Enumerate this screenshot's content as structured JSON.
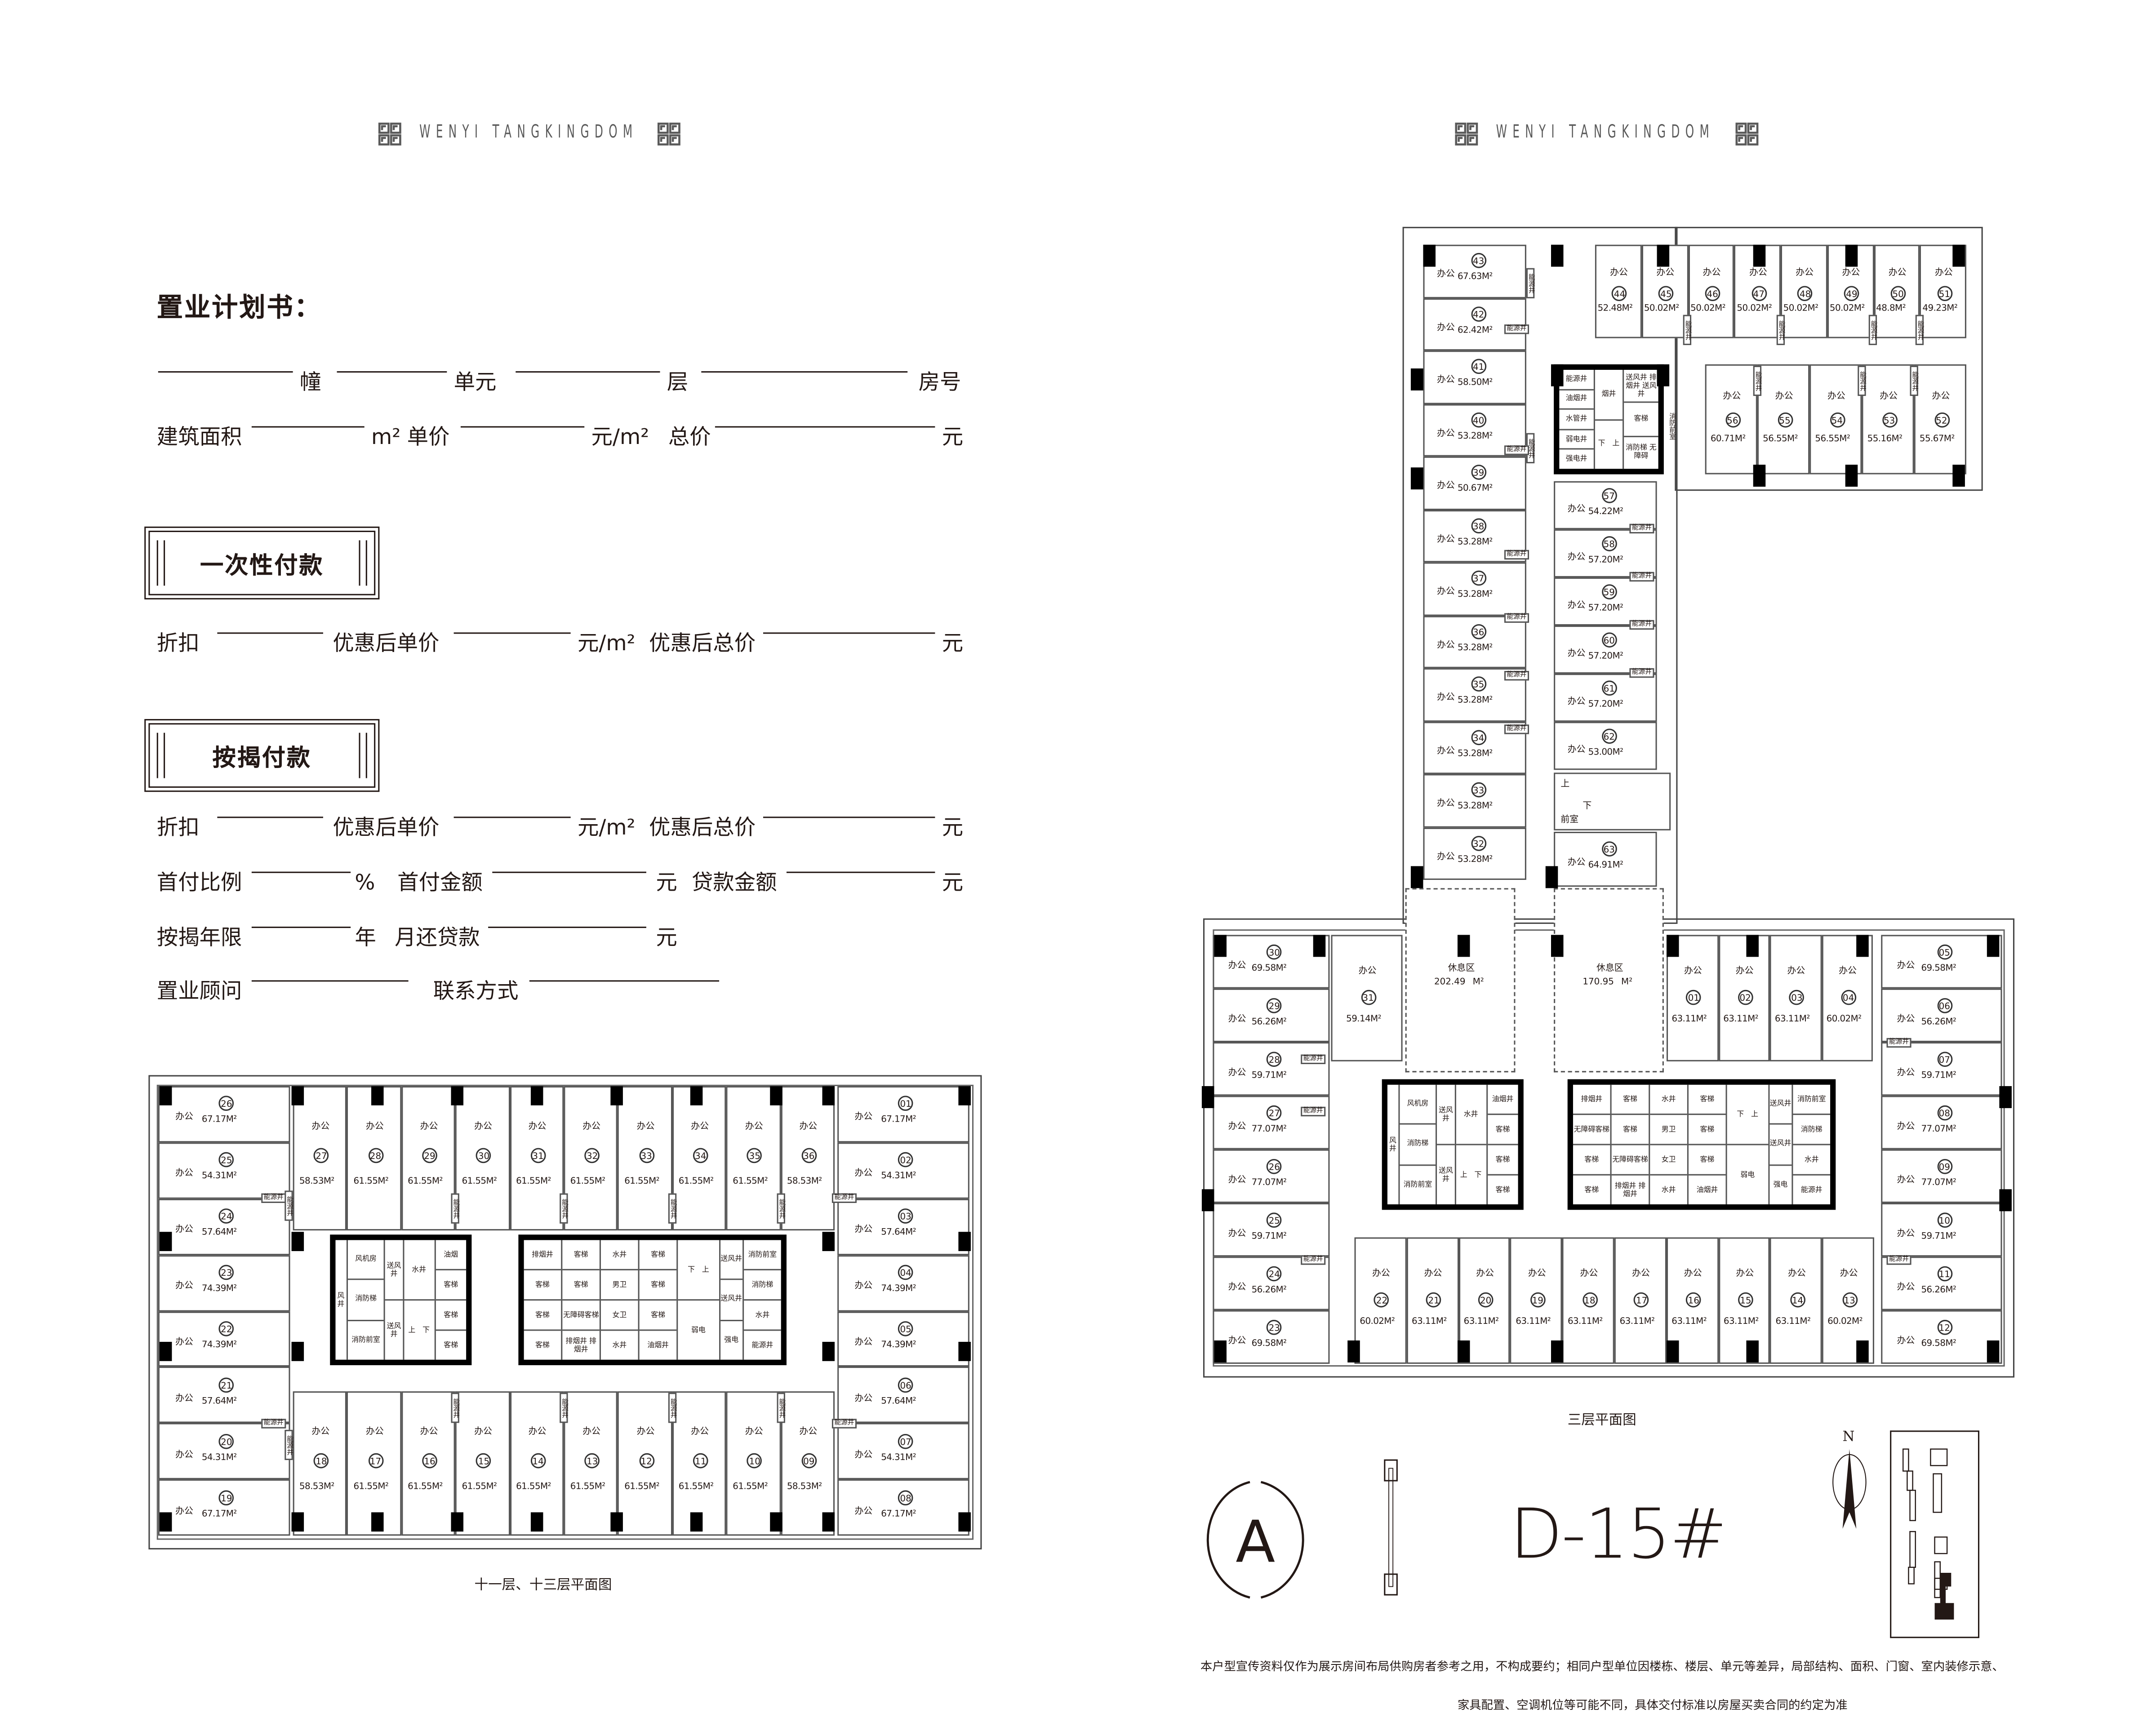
{
  "header": {
    "brand_left": "WENYI TANGKINGDOM",
    "brand_right": "WENYI TANGKINGDOM",
    "logo_icon": "greek-key-icon"
  },
  "form": {
    "title": "置业计划书：",
    "row1": {
      "building": "幢",
      "unit": "单元",
      "floor": "层",
      "room": "房号"
    },
    "row2": {
      "area": "建筑面积",
      "area_unit": "m²",
      "unit_price": "单价",
      "price_unit": "元/m²",
      "total": "总价",
      "yuan": "元"
    },
    "lump_sum": {
      "heading": "一次性付款",
      "discount": "折扣",
      "discounted_unit_price": "优惠后单价",
      "price_unit": "元/m²",
      "discounted_total": "优惠后总价",
      "yuan": "元"
    },
    "mortgage": {
      "heading": "按揭付款",
      "discount": "折扣",
      "discounted_unit_price": "优惠后单价",
      "price_unit": "元/m²",
      "discounted_total": "优惠后总价",
      "yuan": "元",
      "down_ratio": "首付比例",
      "percent": "%",
      "down_amount": "首付金额",
      "yuan2": "元",
      "loan_amount": "贷款金额",
      "yuan3": "元",
      "term": "按揭年限",
      "year": "年",
      "monthly": "月还贷款",
      "yuan4": "元"
    },
    "consultant": "置业顾问",
    "contact": "联系方式"
  },
  "plans": {
    "floor11": {
      "caption": "十一层、十三层平面图",
      "use_label": "办公",
      "area_unit": "M²",
      "shaft_label": "能源井",
      "left": [
        [
          "26",
          "67.17"
        ],
        [
          "25",
          "54.31"
        ],
        [
          "24",
          "57.64"
        ],
        [
          "23",
          "74.39"
        ],
        [
          "22",
          "74.39"
        ],
        [
          "21",
          "57.64"
        ],
        [
          "20",
          "54.31"
        ],
        [
          "19",
          "67.17"
        ]
      ],
      "right": [
        [
          "01",
          "67.17"
        ],
        [
          "02",
          "54.31"
        ],
        [
          "03",
          "57.64"
        ],
        [
          "04",
          "74.39"
        ],
        [
          "05",
          "74.39"
        ],
        [
          "06",
          "57.64"
        ],
        [
          "07",
          "54.31"
        ],
        [
          "08",
          "67.17"
        ]
      ],
      "top": [
        [
          "27",
          "58.53"
        ],
        [
          "28",
          "61.55"
        ],
        [
          "29",
          "61.55"
        ],
        [
          "30",
          "61.55"
        ],
        [
          "31",
          "61.55"
        ],
        [
          "32",
          "61.55"
        ],
        [
          "33",
          "61.55"
        ],
        [
          "34",
          "61.55"
        ],
        [
          "35",
          "61.55"
        ],
        [
          "36",
          "58.53"
        ]
      ],
      "bottom": [
        [
          "18",
          "58.53"
        ],
        [
          "17",
          "61.55"
        ],
        [
          "16",
          "61.55"
        ],
        [
          "15",
          "61.55"
        ],
        [
          "14",
          "61.55"
        ],
        [
          "13",
          "61.55"
        ],
        [
          "12",
          "61.55"
        ],
        [
          "11",
          "61.55"
        ],
        [
          "10",
          "61.55"
        ],
        [
          "09",
          "58.53"
        ]
      ],
      "core_a": [
        [
          "风井"
        ],
        [
          "风机房",
          "消防梯",
          "消防前室"
        ],
        [
          "送风井",
          "送风井"
        ],
        [
          "水井",
          "上　下"
        ],
        [
          "油烟",
          "客梯",
          "客梯",
          "客梯"
        ]
      ],
      "core_b": [
        [
          "排烟井",
          "客梯",
          "客梯",
          "客梯"
        ],
        [
          "客梯",
          "客梯",
          "无障碍客梯",
          "排烟井 排烟井"
        ],
        [
          "水井",
          "男卫",
          "女卫",
          "水井"
        ],
        [
          "客梯",
          "客梯",
          "客梯",
          "油烟井"
        ],
        [
          "下　上",
          "弱电"
        ],
        [
          "送风井",
          "送风井",
          "强电"
        ],
        [
          "消防前室",
          "消防梯",
          "水井",
          "能源井"
        ]
      ]
    },
    "floor3": {
      "caption": "三层平面图",
      "use_label": "办公",
      "area_unit": "M²",
      "shaft_label": "能源井",
      "tower_left": [
        [
          "43",
          "67.63"
        ],
        [
          "42",
          "62.42"
        ],
        [
          "41",
          "58.50"
        ],
        [
          "40",
          "53.28"
        ],
        [
          "39",
          "50.67"
        ],
        [
          "38",
          "53.28"
        ],
        [
          "37",
          "53.28"
        ],
        [
          "36",
          "53.28"
        ],
        [
          "35",
          "53.28"
        ],
        [
          "34",
          "53.28"
        ],
        [
          "33",
          "53.28"
        ],
        [
          "32",
          "53.28"
        ]
      ],
      "tower_top": [
        [
          "44",
          "52.48"
        ],
        [
          "45",
          "50.02"
        ],
        [
          "46",
          "50.02"
        ],
        [
          "47",
          "50.02"
        ],
        [
          "48",
          "50.02"
        ],
        [
          "49",
          "50.02"
        ],
        [
          "50",
          "48.8"
        ],
        [
          "51",
          "49.23"
        ]
      ],
      "tower_arm": [
        [
          "56",
          "60.71"
        ],
        [
          "55",
          "56.55"
        ],
        [
          "54",
          "56.55"
        ],
        [
          "53",
          "55.16"
        ],
        [
          "52",
          "55.67"
        ]
      ],
      "tower_right": [
        [
          "57",
          "54.22"
        ],
        [
          "58",
          "57.20"
        ],
        [
          "59",
          "57.20"
        ],
        [
          "60",
          "57.20"
        ],
        [
          "61",
          "57.20"
        ],
        [
          "62",
          "53.00"
        ]
      ],
      "tower_right_end": [
        [
          "63",
          "64.91"
        ]
      ],
      "tower_core": [
        [
          "能源井",
          "油烟井",
          "水管井",
          "弱电井",
          "强电井"
        ],
        [
          "烟井",
          "下　上"
        ],
        [
          "送风井 排烟井 送风井",
          "客梯",
          "消防梯 无障碍"
        ]
      ],
      "tower_core_lobby": "消防前室",
      "tower_stair": {
        "up": "上",
        "down": "下",
        "lobby": "前室"
      },
      "unit31": [
        [
          "31",
          "59.14"
        ]
      ],
      "lounges": [
        {
          "label": "休息区",
          "area": "202.49"
        },
        {
          "label": "休息区",
          "area": "170.95"
        }
      ],
      "front": [
        [
          "01",
          "63.11"
        ],
        [
          "02",
          "63.11"
        ],
        [
          "03",
          "63.11"
        ],
        [
          "04",
          "60.02"
        ]
      ],
      "left": [
        [
          "30",
          "69.58"
        ],
        [
          "29",
          "56.26"
        ],
        [
          "28",
          "59.71"
        ],
        [
          "27",
          "77.07"
        ],
        [
          "26",
          "77.07"
        ],
        [
          "25",
          "59.71"
        ],
        [
          "24",
          "56.26"
        ],
        [
          "23",
          "69.58"
        ]
      ],
      "right": [
        [
          "05",
          "69.58"
        ],
        [
          "06",
          "56.26"
        ],
        [
          "07",
          "59.71"
        ],
        [
          "08",
          "77.07"
        ],
        [
          "09",
          "77.07"
        ],
        [
          "10",
          "59.71"
        ],
        [
          "11",
          "56.26"
        ],
        [
          "12",
          "69.58"
        ]
      ],
      "bottom": [
        [
          "22",
          "60.02"
        ],
        [
          "21",
          "63.11"
        ],
        [
          "20",
          "63.11"
        ],
        [
          "19",
          "63.11"
        ],
        [
          "18",
          "63.11"
        ],
        [
          "17",
          "63.11"
        ],
        [
          "16",
          "63.11"
        ],
        [
          "15",
          "63.11"
        ],
        [
          "14",
          "63.11"
        ],
        [
          "13",
          "60.02"
        ]
      ],
      "core_a": [
        [
          "风井"
        ],
        [
          "风机房",
          "消防梯",
          "消防前室"
        ],
        [
          "送风井",
          "送风井"
        ],
        [
          "水井",
          "上　下"
        ],
        [
          "油烟井",
          "客梯",
          "客梯",
          "客梯"
        ]
      ],
      "core_b": [
        [
          "排烟井",
          "无障碍客梯",
          "客梯",
          "客梯"
        ],
        [
          "客梯",
          "客梯",
          "无障碍客梯",
          "排烟井 排烟井"
        ],
        [
          "水井",
          "男卫",
          "女卫",
          "水井"
        ],
        [
          "客梯",
          "客梯",
          "客梯",
          "油烟井"
        ],
        [
          "下　上",
          "弱电"
        ],
        [
          "送风井",
          "送风井",
          "强电"
        ],
        [
          "消防前室",
          "消防梯",
          "水井",
          "能源井"
        ]
      ]
    }
  },
  "legend": {
    "zone": "A",
    "building": "D-15#",
    "north": "N",
    "compass_icon": "north-arrow-icon",
    "site_icon": "site-location-map"
  },
  "disclaimer": [
    "本户型宣传资料仅作为展示房间布局供购房者参考之用，不构成要约；相同户型单位因楼栋、楼层、单元等差异，局部结构、面积、门窗、室内装修示意、",
    "家具配置、空调机位等可能不同，具体交付标准以房屋买卖合同的约定为准"
  ]
}
